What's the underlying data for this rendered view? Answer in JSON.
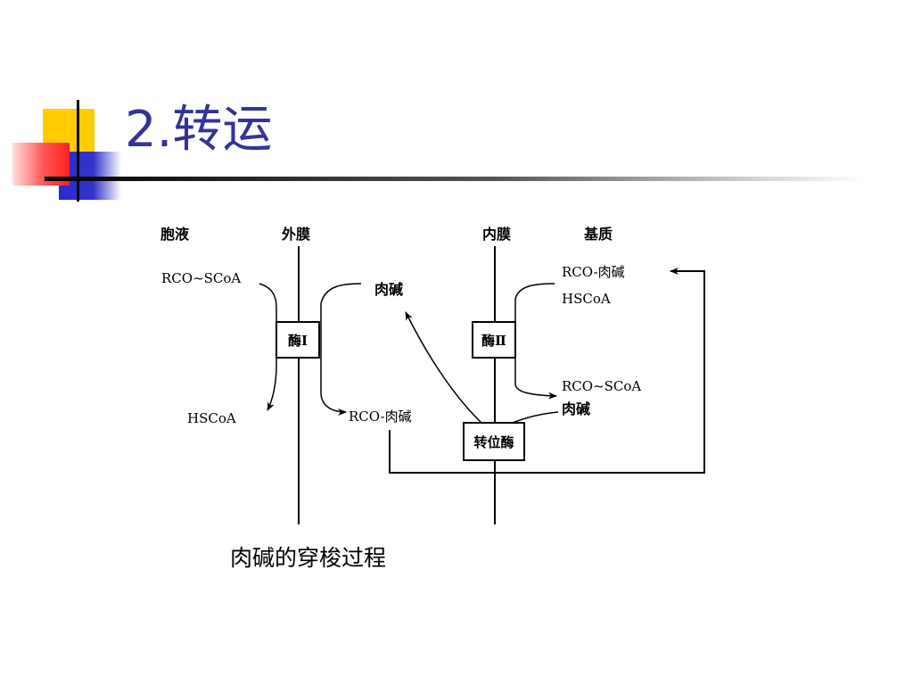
{
  "slide": {
    "title": "2.转运",
    "accent_colors": {
      "yellow": "#FFCC00",
      "red": "#FF3333",
      "blue": "#3333CC",
      "title": "#333399"
    }
  },
  "diagram": {
    "headers": {
      "cytosol": "胞液",
      "outer_membrane": "外膜",
      "inner_membrane": "内膜",
      "matrix": "基质"
    },
    "labels": {
      "acyl_coa_left": "RCO~SCoA",
      "hscoa_left": "HSCoA",
      "carnitine_mid": "肉碱",
      "acyl_carnitine_mid": "RCO-肉碱",
      "acyl_carnitine_right": "RCO-肉碱",
      "hscoa_right": "HSCoA",
      "acyl_coa_right": "RCO~SCoA",
      "carnitine_right": "肉碱"
    },
    "enzymes": {
      "enzyme1": "酶Ⅰ",
      "enzyme2": "酶Ⅱ",
      "translocase": "转位酶"
    },
    "caption": "肉碱的穿梭过程"
  }
}
